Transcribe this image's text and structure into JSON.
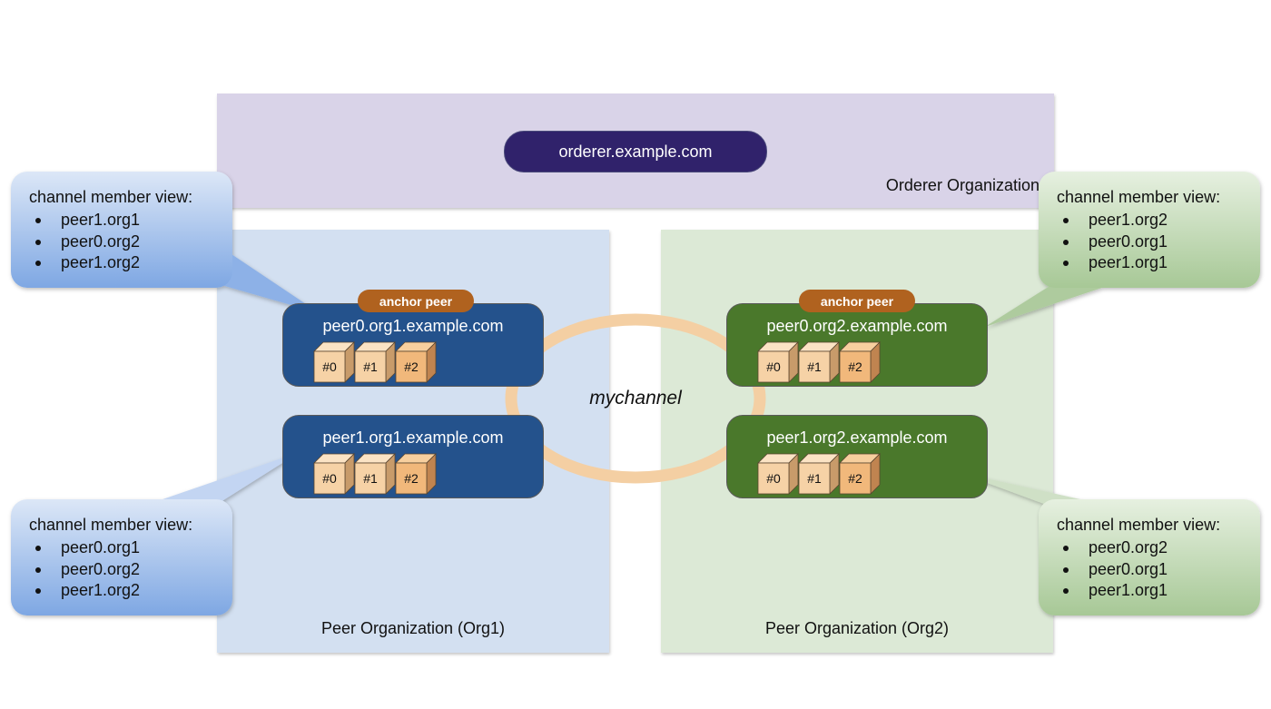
{
  "orderer_org": {
    "label": "Orderer Organization",
    "node": "orderer.example.com"
  },
  "channel": {
    "name": "mychannel"
  },
  "org1": {
    "label": "Peer Organization (Org1)",
    "peers": [
      {
        "name": "peer0.org1.example.com",
        "blocks": [
          "#0",
          "#1",
          "#2"
        ]
      },
      {
        "name": "peer1.org1.example.com",
        "blocks": [
          "#0",
          "#1",
          "#2"
        ]
      }
    ],
    "anchor_label": "anchor peer"
  },
  "org2": {
    "label": "Peer Organization (Org2)",
    "peers": [
      {
        "name": "peer0.org2.example.com",
        "blocks": [
          "#0",
          "#1",
          "#2"
        ]
      },
      {
        "name": "peer1.org2.example.com",
        "blocks": [
          "#0",
          "#1",
          "#2"
        ]
      }
    ],
    "anchor_label": "anchor peer"
  },
  "callouts": [
    {
      "title": "channel member view:",
      "items": [
        "peer1.org1",
        "peer0.org2",
        "peer1.org2"
      ]
    },
    {
      "title": "channel member view:",
      "items": [
        "peer0.org1",
        "peer0.org2",
        "peer1.org2"
      ]
    },
    {
      "title": "channel member view:",
      "items": [
        "peer1.org2",
        "peer0.org1",
        "peer1.org1"
      ]
    },
    {
      "title": "channel member view:",
      "items": [
        "peer0.org2",
        "peer0.org1",
        "peer1.org1"
      ]
    }
  ],
  "colors": {
    "orderer_panel": "#d9d3e8",
    "orderer_node": "#30226b",
    "org1_panel": "#d3e0f1",
    "org1_peer": "#24528c",
    "org2_panel": "#dce9d6",
    "org2_peer": "#4a782b",
    "anchor_badge": "#b0621f",
    "channel_ring": "#f4cfa3",
    "block_face": "#f6d2a6",
    "block_face_last": "#f1b87b"
  }
}
